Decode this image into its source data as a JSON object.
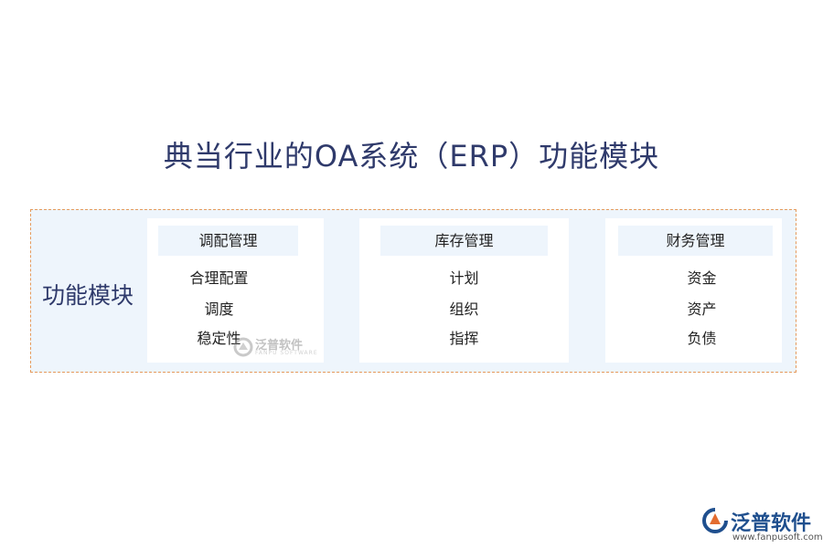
{
  "title": "典当行业的OA系统（ERP）功能模块",
  "side_label": "功能模块",
  "modules": [
    {
      "name": "调配管理",
      "items": [
        "合理配置",
        "调度",
        "稳定性"
      ]
    },
    {
      "name": "库存管理",
      "items": [
        "计划",
        "组织",
        "指挥"
      ]
    },
    {
      "name": "财务管理",
      "items": [
        "资金",
        "资产",
        "负债"
      ]
    }
  ],
  "watermark": {
    "text": "泛普软件",
    "sub": "FANPU SOFTWARE"
  },
  "logo": {
    "text": "泛普软件",
    "url": "www.fanpusoft.com"
  },
  "colors": {
    "title": "#2f3a6b",
    "frame_border": "#e59a5c",
    "frame_bg": "#eef5fc",
    "logo": "#1f4f8e"
  }
}
